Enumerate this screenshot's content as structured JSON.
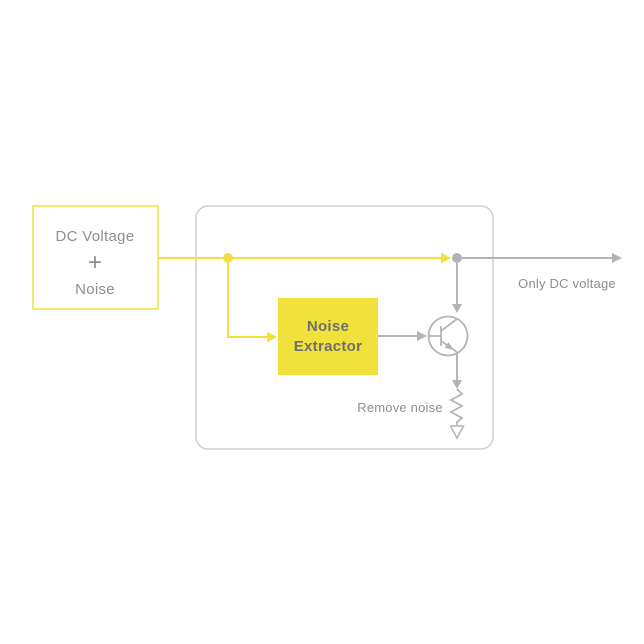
{
  "colors": {
    "yellow": "#f1e13d",
    "line-gray": "#b4b4b4",
    "text-gray": "#8e8e8e",
    "text-dark": "#6f6f6f",
    "panel-border": "#cfcfcf"
  },
  "input_box": {
    "line1": "DC Voltage",
    "operator": "+",
    "line2": "Noise"
  },
  "noise_extractor": {
    "line1": "Noise",
    "line2": "Extractor"
  },
  "labels": {
    "output": "Only DC voltage",
    "remove_noise": "Remove noise"
  }
}
